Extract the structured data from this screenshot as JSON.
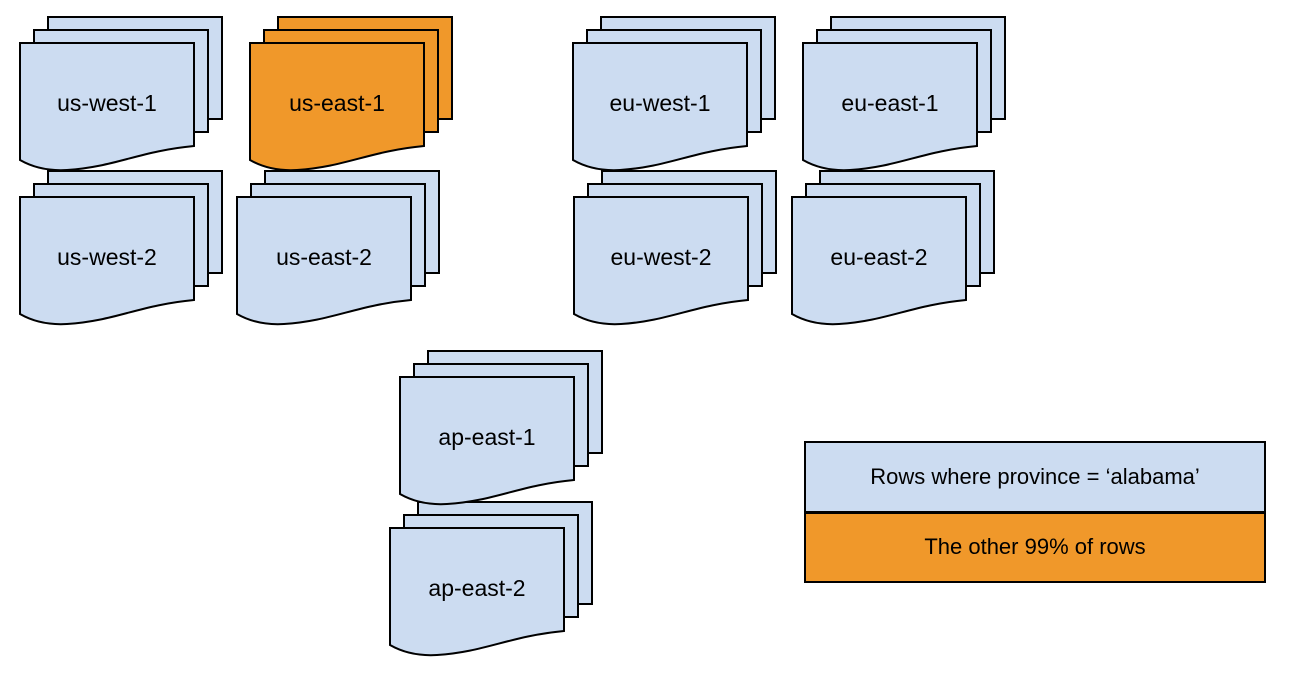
{
  "colors": {
    "doc_fill": "#ccdcf1",
    "highlight_fill": "#f0982a",
    "stroke": "#000000",
    "background": "#ffffff"
  },
  "stacks": [
    {
      "label": "us-west-1",
      "highlight": false
    },
    {
      "label": "us-east-1",
      "highlight": true
    },
    {
      "label": "eu-west-1",
      "highlight": false
    },
    {
      "label": "eu-east-1",
      "highlight": false
    },
    {
      "label": "us-west-2",
      "highlight": false
    },
    {
      "label": "us-east-2",
      "highlight": false
    },
    {
      "label": "eu-west-2",
      "highlight": false
    },
    {
      "label": "eu-east-2",
      "highlight": false
    },
    {
      "label": "ap-east-1",
      "highlight": false
    },
    {
      "label": "ap-east-2",
      "highlight": false
    }
  ],
  "legend": {
    "items": [
      {
        "label": "Rows where province = ‘alabama’",
        "color": "#ccdcf1"
      },
      {
        "label": "The other 99% of rows",
        "color": "#f0982a"
      }
    ]
  }
}
